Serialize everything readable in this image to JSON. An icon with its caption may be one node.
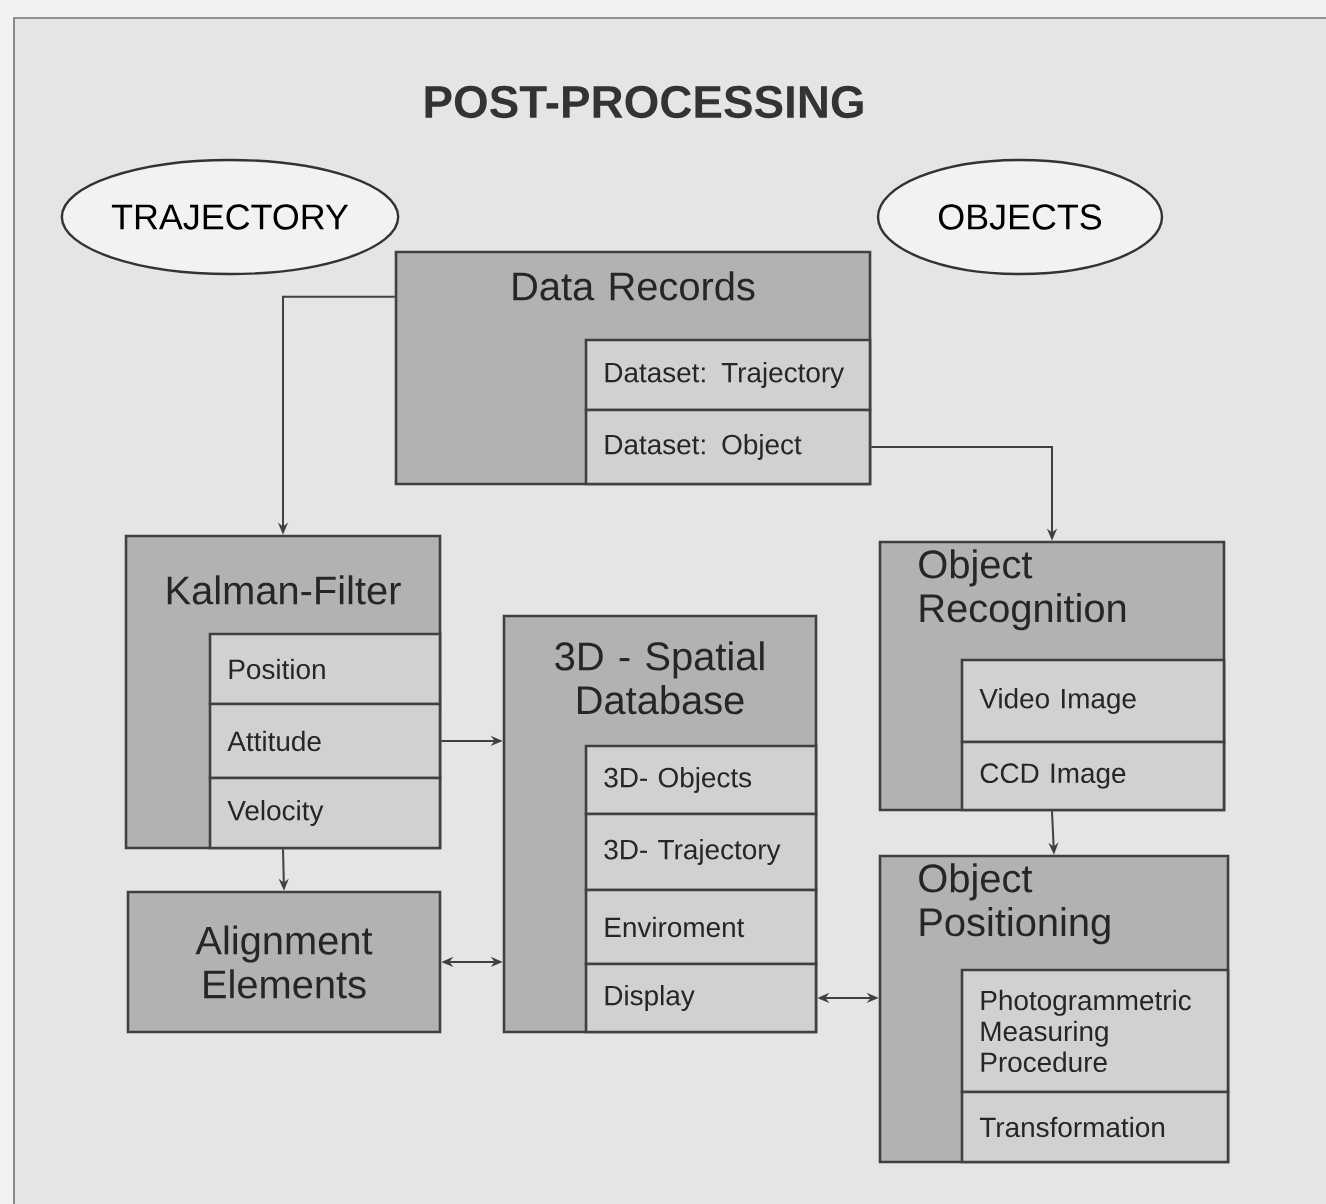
{
  "diagram": {
    "title": "POST-PROCESSING",
    "nodes": [
      {
        "text": [
          "TRAJECTORY"
        ]
      },
      {
        "text": [
          "OBJECTS"
        ]
      },
      {
        "text": [
          "Data Records"
        ]
      },
      {
        "text": [
          "Dataset: Trajectory"
        ],
        "in": 2
      },
      {
        "text": [
          "Dataset: Object"
        ],
        "in": 2
      },
      {
        "text": [
          "Kalman-Filter"
        ]
      },
      {
        "text": [
          "Position"
        ],
        "in": 5
      },
      {
        "text": [
          "Attitude"
        ],
        "in": 5
      },
      {
        "text": [
          "Velocity"
        ],
        "in": 5
      },
      {
        "text": [
          "Alignment Elements"
        ]
      },
      {
        "text": [
          "3D - Spatial Database"
        ]
      },
      {
        "text": [
          "3D- Objects"
        ],
        "in": 10
      },
      {
        "text": [
          "3D- Trajectory"
        ],
        "in": 10
      },
      {
        "text": [
          "Enviroment"
        ],
        "in": 10
      },
      {
        "text": [
          "Display"
        ],
        "in": 10
      },
      {
        "text": [
          "Object Recognition"
        ]
      },
      {
        "text": [
          "Video Image"
        ],
        "in": 15
      },
      {
        "text": [
          "CCD Image"
        ],
        "in": 15
      },
      {
        "text": [
          "Object Positioning"
        ]
      },
      {
        "text": [
          "Photogrammetric Measuring Procedure"
        ],
        "in": 18
      },
      {
        "text": [
          "Transformation"
        ],
        "in": 18
      }
    ],
    "edges": [
      {
        "from": 2,
        "to": 5,
        "arrow": "to"
      },
      {
        "from": 4,
        "to": 15,
        "arrow": "to"
      },
      {
        "from": 7,
        "to": 10,
        "arrow": "to"
      },
      {
        "from": 5,
        "to": 9,
        "arrow": "to"
      },
      {
        "from": 9,
        "to": 10,
        "arrow": "both"
      },
      {
        "from": 14,
        "to": 18,
        "arrow": "both"
      },
      {
        "from": 15,
        "to": 18,
        "arrow": "to"
      }
    ]
  }
}
